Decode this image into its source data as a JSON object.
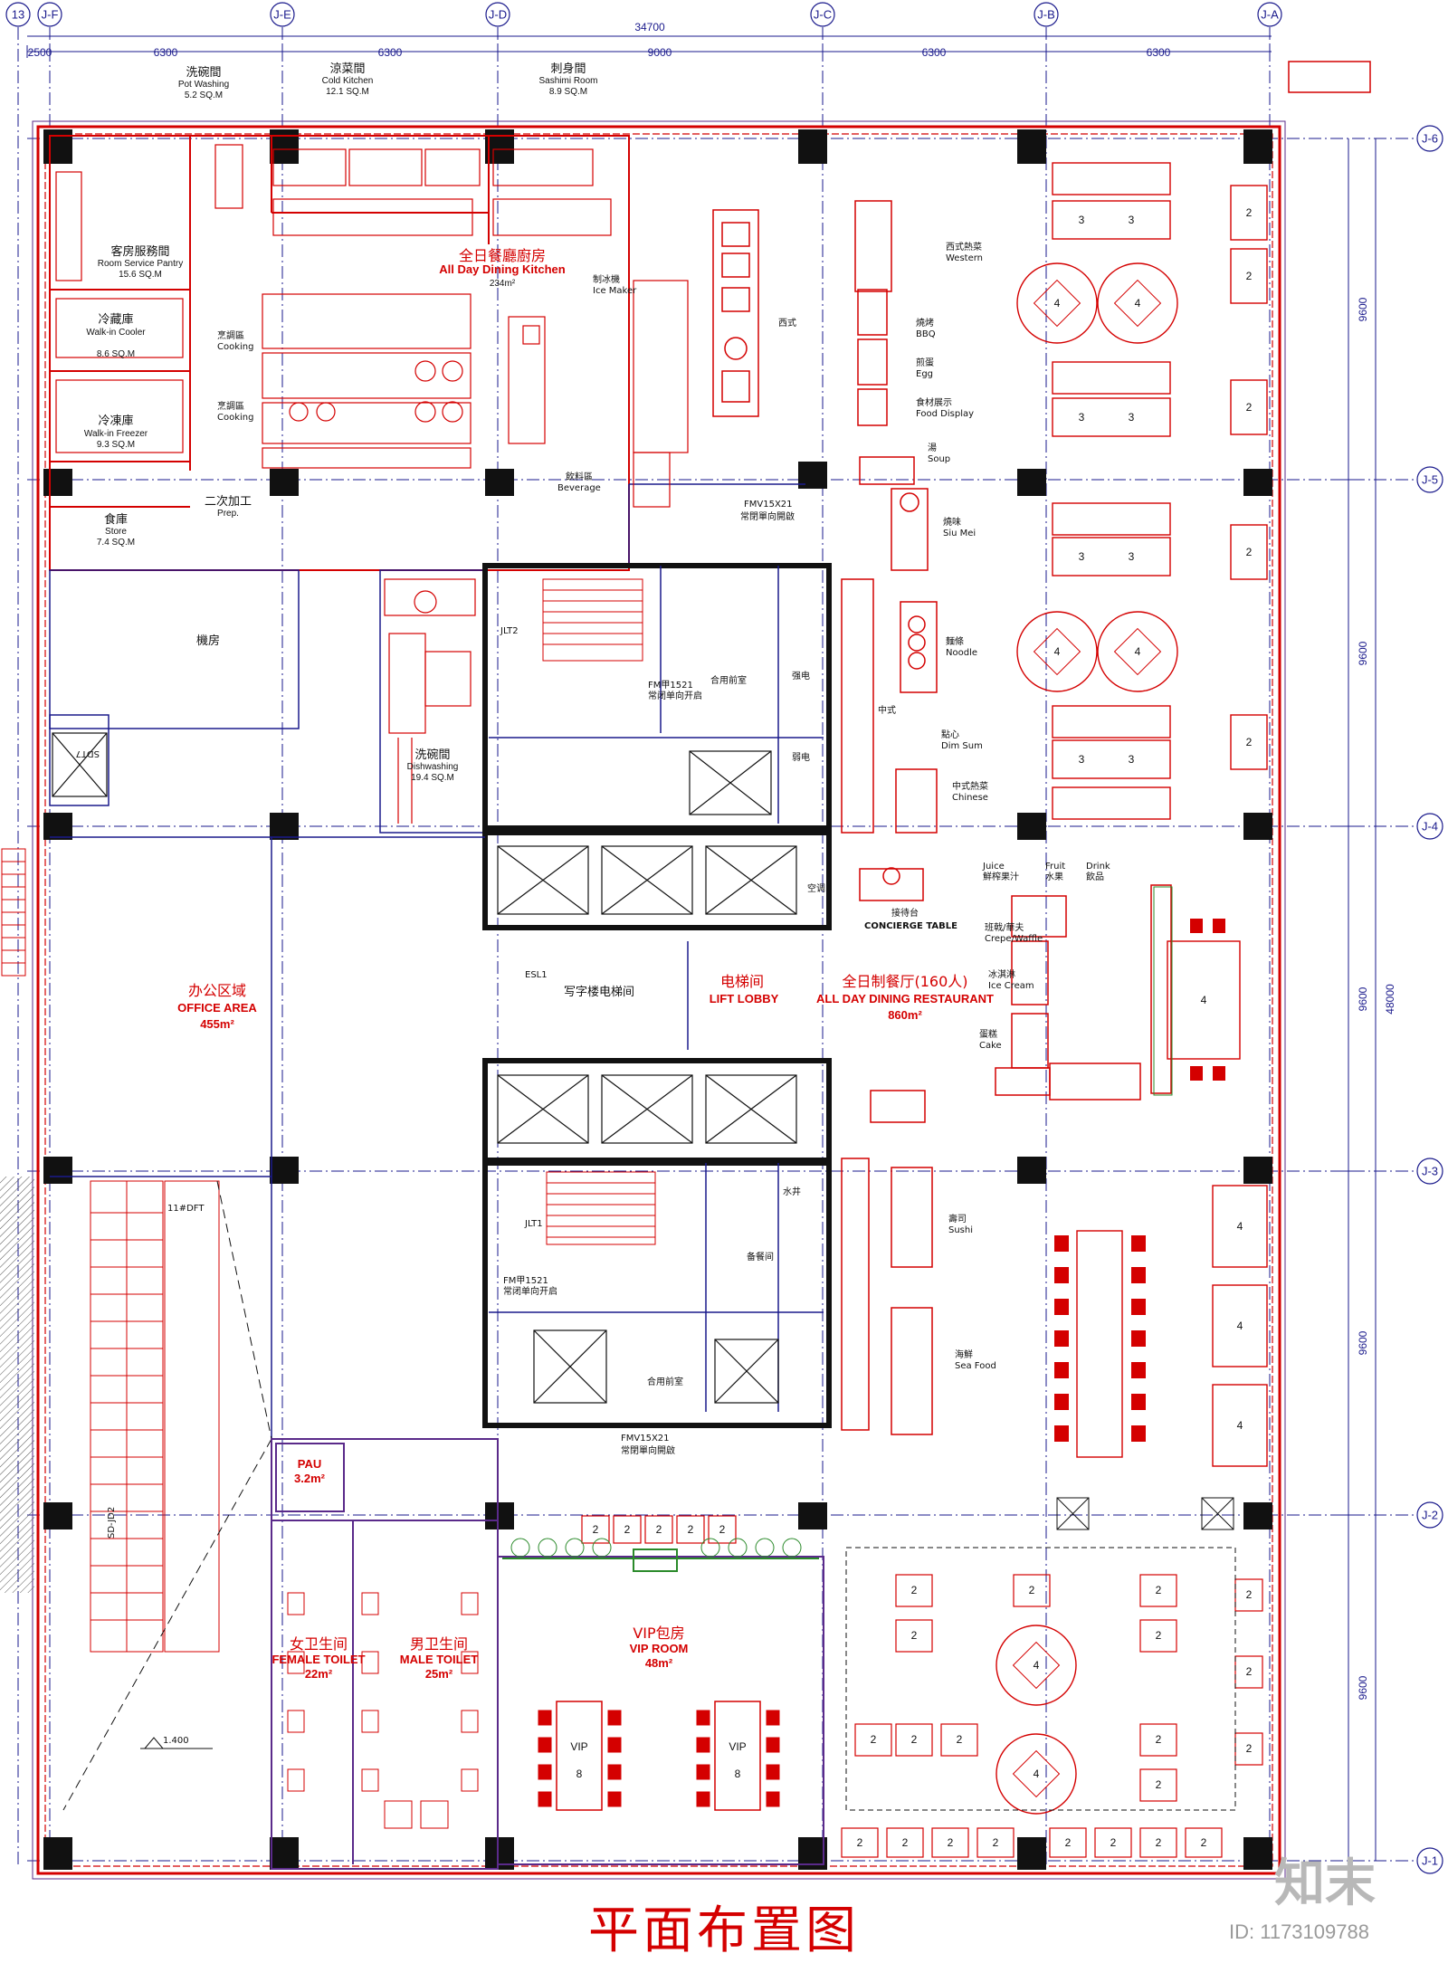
{
  "drawing": {
    "title": "平面布置图",
    "watermark_logo": "知末",
    "watermark_id": "ID: 1173109788",
    "overall_dim_width": "34700",
    "overall_dim_height": "48000",
    "column_spacings": [
      "6300",
      "6300",
      "9000",
      "6300",
      "6300"
    ],
    "left_margin_dim": "2500",
    "row_spacings": [
      "9600",
      "9600",
      "9600",
      "9600",
      "9600"
    ],
    "level_mark": "1.400"
  },
  "grid_columns": [
    "13",
    "J-F",
    "J-E",
    "J-D",
    "J-C",
    "J-B",
    "J-A"
  ],
  "grid_rows": [
    "J-6",
    "J-5",
    "J-4",
    "J-3",
    "J-2",
    "J-1"
  ],
  "rooms": [
    {
      "cn": "洗碗間",
      "en": "Pot Washing",
      "area": "5.2 SQ.M"
    },
    {
      "cn": "涼菜間",
      "en": "Cold Kitchen",
      "area": "12.1 SQ.M"
    },
    {
      "cn": "刺身間",
      "en": "Sashimi Room",
      "area": "8.9 SQ.M"
    },
    {
      "cn": "客房服務間",
      "en": "Room Service Pantry",
      "area": "15.6 SQ.M"
    },
    {
      "cn": "全日餐廳廚房",
      "en": "All Day Dining Kitchen",
      "area": "234m²"
    },
    {
      "cn": "冷藏庫",
      "en": "Walk-in Cooler",
      "area": "8.6 SQ.M"
    },
    {
      "cn": "冷凍庫",
      "en": "Walk-in Freezer",
      "area": "9.3 SQ.M"
    },
    {
      "cn": "食庫",
      "en": "Store",
      "area": "7.4 SQ.M"
    },
    {
      "cn": "二次加工",
      "en": "Prep.",
      "area": ""
    },
    {
      "cn": "機房",
      "en": "",
      "area": ""
    },
    {
      "cn": "洗碗間",
      "en": "Dishwashing",
      "area": "19.4 SQ.M"
    },
    {
      "cn": "办公区域",
      "en": "OFFICE AREA",
      "area": "455m²"
    },
    {
      "cn": "写字楼电梯间",
      "en": "",
      "area": ""
    },
    {
      "cn": "电梯间",
      "en": "LIFT LOBBY",
      "area": ""
    },
    {
      "cn": "全日制餐厅(160人)",
      "en": "ALL DAY DINING RESTAURANT",
      "area": "860m²"
    },
    {
      "cn": "女卫生间",
      "en": "FEMALE TOILET",
      "area": "22m²"
    },
    {
      "cn": "男卫生间",
      "en": "MALE TOILET",
      "area": "25m²"
    },
    {
      "cn": "VIP包房",
      "en": "VIP ROOM",
      "area": "48m²"
    },
    {
      "cn": "PAU",
      "en": "",
      "area": "3.2m²"
    }
  ],
  "stations": [
    {
      "cn": "西式",
      "en": ""
    },
    {
      "cn": "西式熱菜",
      "en": "Western"
    },
    {
      "cn": "燒烤",
      "en": "BBQ"
    },
    {
      "cn": "煎蛋",
      "en": "Egg"
    },
    {
      "cn": "食材展示",
      "en": "Food Display"
    },
    {
      "cn": "湯",
      "en": "Soup"
    },
    {
      "cn": "燒味",
      "en": "Siu Mei"
    },
    {
      "cn": "麵條",
      "en": "Noodle"
    },
    {
      "cn": "中式",
      "en": ""
    },
    {
      "cn": "點心",
      "en": "Dim Sum"
    },
    {
      "cn": "中式熱菜",
      "en": "Chinese"
    },
    {
      "cn": "鮮榨果汁",
      "en": "Juice"
    },
    {
      "cn": "水果",
      "en": "Fruit"
    },
    {
      "cn": "飲品",
      "en": "Drink"
    },
    {
      "cn": "班戟/華夫",
      "en": "Crepe/Waffle"
    },
    {
      "cn": "冰淇淋",
      "en": "Ice Cream"
    },
    {
      "cn": "蛋糕",
      "en": "Cake"
    },
    {
      "cn": "壽司",
      "en": "Sushi"
    },
    {
      "cn": "海鮮",
      "en": "Sea Food"
    },
    {
      "cn": "接待台",
      "en": "CONCIERGE TABLE"
    },
    {
      "cn": "制冰機",
      "en": "Ice Maker"
    },
    {
      "cn": "飲料區",
      "en": "Beverage"
    },
    {
      "cn": "烹調區",
      "en": "Cooking"
    }
  ],
  "door_labels": [
    "FMV15X21",
    "常閉單向開啟",
    "FM甲1521",
    "常闭单向开启"
  ],
  "core_labels": [
    "JLT2",
    "JLT1",
    "合用前室",
    "强电",
    "弱电",
    "水井",
    "备餐间",
    "空调",
    "ESL1",
    "SDT7",
    "SD-JD2",
    "11#DFT"
  ],
  "table_labels": {
    "round": "4",
    "square": "3",
    "two": "2",
    "vip": "VIP",
    "vip_count": "8"
  }
}
